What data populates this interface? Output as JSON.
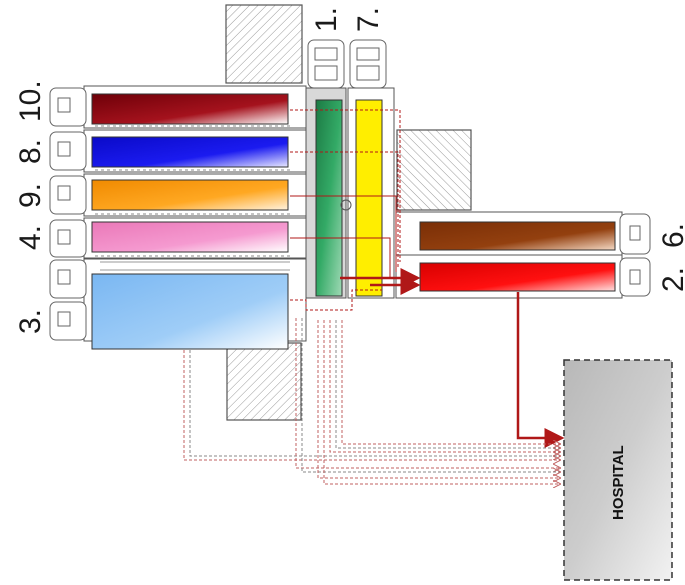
{
  "labels": {
    "n1": "1.",
    "n7": "7.",
    "n10": "10.",
    "n4": "4.",
    "n8": "8.",
    "n9": "9.",
    "n3": "3.",
    "n6": "6.",
    "n2": "2.",
    "hospital": "HOSPITAL"
  },
  "colors": {
    "maroon": "#8b0a14",
    "blue": "#1010d8",
    "orange": "#f59a0e",
    "pink": "#f08ec6",
    "light_blue": "#8ec4f5",
    "brown": "#8a3a0c",
    "red": "#ee0c0c",
    "yellow": "#ffee00",
    "green": "#2e9e5e",
    "hospital": "#c8c8c8",
    "link_red": "#b01818"
  }
}
